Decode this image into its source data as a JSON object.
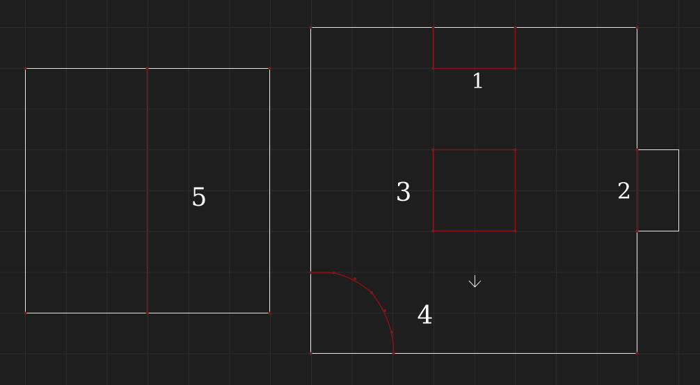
{
  "labels": {
    "one": "1",
    "two": "2",
    "three": "3",
    "four": "4",
    "five": "5"
  },
  "icons": {
    "direction_marker": "arrow-down-icon"
  },
  "colors": {
    "background": "#1e1e1e",
    "grid": "#2d2d2d",
    "wall": "#e6e6e6",
    "highlight": "#8b1010"
  }
}
